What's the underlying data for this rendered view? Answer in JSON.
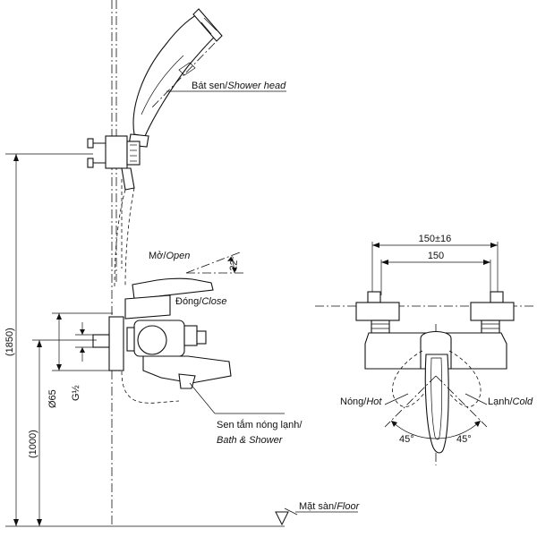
{
  "labels": {
    "shower_head": {
      "vi": "Bát sen/",
      "en": "Shower head"
    },
    "open": {
      "vi": "Mở/",
      "en": "Open"
    },
    "close": {
      "vi": "Đóng/",
      "en": "Close"
    },
    "bath_shower_line1": {
      "vi": "Sen tắm nóng lạnh/",
      "en": ""
    },
    "bath_shower_line2": {
      "vi": "",
      "en": "Bath & Shower"
    },
    "floor": {
      "vi": "Mặt sàn/",
      "en": "Floor"
    },
    "hot": {
      "vi": "Nóng/",
      "en": "Hot"
    },
    "cold": {
      "vi": "Lạnh/",
      "en": "Cold"
    }
  },
  "dimensions": {
    "height_head": "(1850)",
    "height_mixer": "(1000)",
    "diameter": "Ø65",
    "thread": "G½",
    "angle_open": "22°",
    "width_range": "150±16",
    "width_nominal": "150",
    "angle_hot": "45°",
    "angle_cold": "45°"
  }
}
